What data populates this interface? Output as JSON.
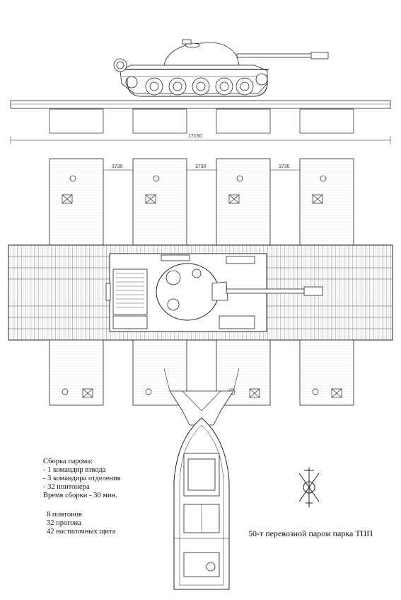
{
  "dimensions": {
    "overall": "17150",
    "spacing_1": "3730",
    "spacing_2": "3730",
    "spacing_3": "3730"
  },
  "assembly": {
    "title": "Сборка парома:",
    "items": [
      "- 1 командир взвода",
      "- 3 командира отделения",
      "- 32 понтонера"
    ],
    "time": "Время сборки - 30 мин."
  },
  "components": [
    "8 понтонов",
    "32 прогона",
    "42 настилочных щита"
  ],
  "caption": "50-т перевозной паром парка ТПП",
  "icons": [
    "emblem-icon"
  ]
}
